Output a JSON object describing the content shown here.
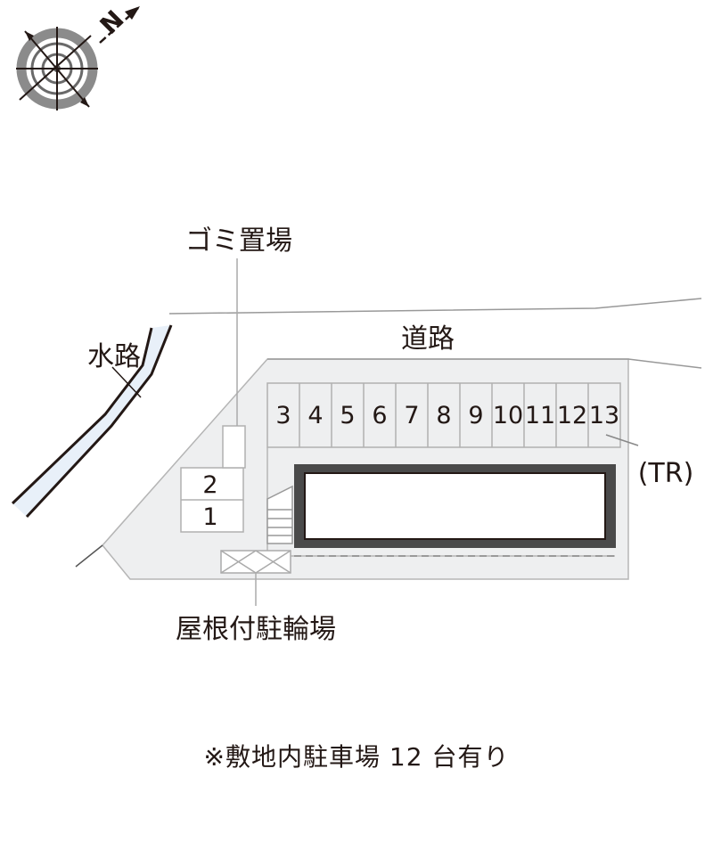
{
  "compass": {
    "north_letter": "N"
  },
  "labels": {
    "garbage": "ゴミ置場",
    "road": "道路",
    "waterway": "水路",
    "trash_room": "(TR)",
    "bicycle": "屋根付駐輪場"
  },
  "spaces_top": [
    "3",
    "4",
    "5",
    "6",
    "7",
    "8",
    "9",
    "10",
    "11",
    "12",
    "13"
  ],
  "spaces_left": [
    "2",
    "1"
  ],
  "note": "※敷地内駐車場 12 台有り",
  "colors": {
    "ground": "#eeeff0",
    "ink": "#231815",
    "water": "#e8f0f9",
    "building": "#4a4a4a"
  }
}
